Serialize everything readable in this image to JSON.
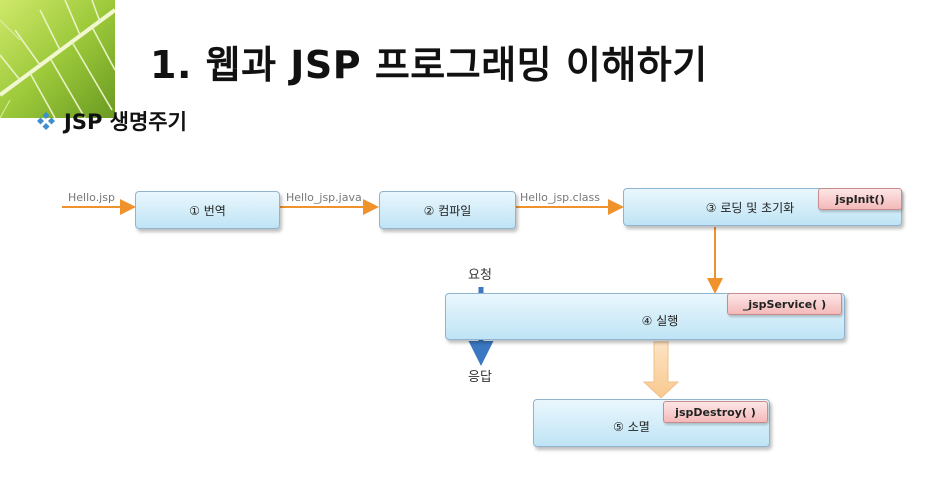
{
  "slide": {
    "title": "1. 웹과 JSP 프로그래밍 이해하기",
    "subtitle": "JSP 생명주기",
    "bullet_icon": "diamond-bullet-icon",
    "decoration_icon": "leaf-photo-icon"
  },
  "diagram": {
    "input_label": "Hello.jsp",
    "edge_labels": {
      "translate_to_compile": "Hello_jsp.java",
      "compile_to_load": "Hello_jsp.class"
    },
    "steps": {
      "translate": "① 번역",
      "compile": "② 컴파일",
      "load_init": "③ 로딩 및 초기화",
      "execute": "④ 실행",
      "destroy": "⑤ 소멸"
    },
    "methods": {
      "init": "jspInit()",
      "service": "_jspService( )",
      "destroy": "jspDestroy( )"
    },
    "request_label": "요청",
    "response_label": "응답",
    "colors": {
      "flow_arrow": "#f0922b",
      "request_arrow": "#3b78c2",
      "box_fill": "#cfeefc",
      "method_fill": "#f8c9c9",
      "destroy_arrow": "#fcd9b0"
    }
  }
}
